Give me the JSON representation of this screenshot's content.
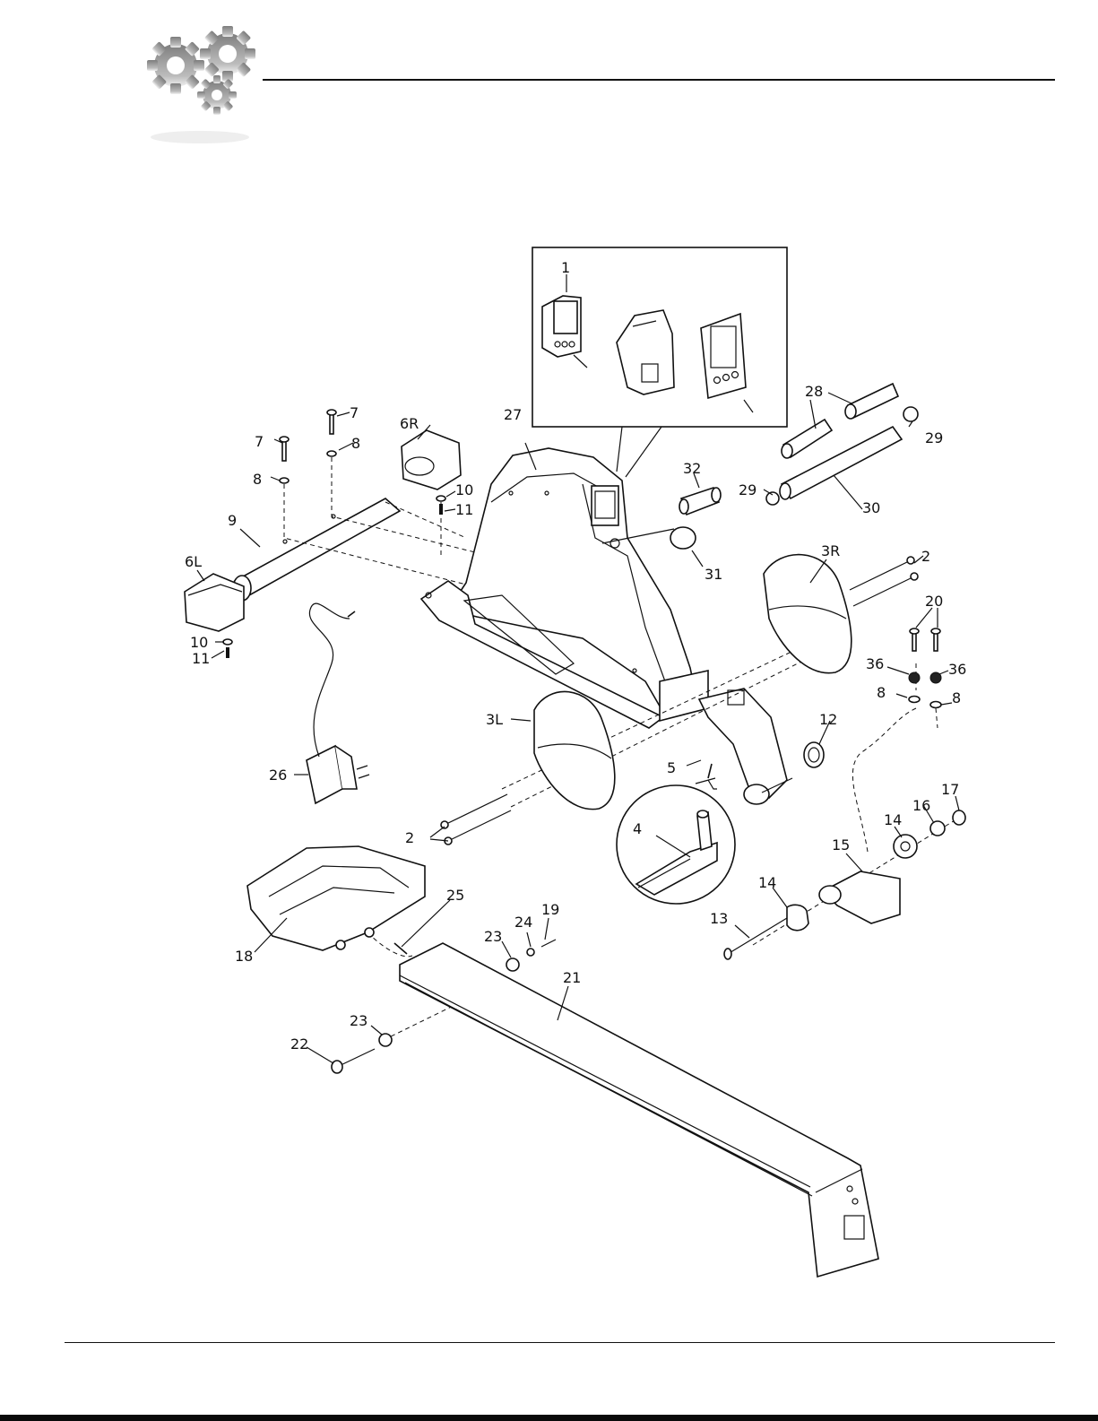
{
  "callouts": [
    {
      "id": "c1",
      "text": "1"
    },
    {
      "id": "c27",
      "text": "27"
    },
    {
      "id": "c28",
      "text": "28"
    },
    {
      "id": "c29a",
      "text": "29"
    },
    {
      "id": "c29b",
      "text": "29"
    },
    {
      "id": "c30",
      "text": "30"
    },
    {
      "id": "c31",
      "text": "31"
    },
    {
      "id": "c32",
      "text": "32"
    },
    {
      "id": "c7a",
      "text": "7"
    },
    {
      "id": "c7b",
      "text": "7"
    },
    {
      "id": "c8a",
      "text": "8"
    },
    {
      "id": "c8b",
      "text": "8"
    },
    {
      "id": "c8c",
      "text": "8"
    },
    {
      "id": "c8d",
      "text": "8"
    },
    {
      "id": "c6R",
      "text": "6R"
    },
    {
      "id": "c6L",
      "text": "6L"
    },
    {
      "id": "c9",
      "text": "9"
    },
    {
      "id": "c10a",
      "text": "10"
    },
    {
      "id": "c10b",
      "text": "10"
    },
    {
      "id": "c11a",
      "text": "11"
    },
    {
      "id": "c11b",
      "text": "11"
    },
    {
      "id": "c3R",
      "text": "3R"
    },
    {
      "id": "c3L",
      "text": "3L"
    },
    {
      "id": "c2a",
      "text": "2"
    },
    {
      "id": "c2b",
      "text": "2"
    },
    {
      "id": "c20",
      "text": "20"
    },
    {
      "id": "c36a",
      "text": "36"
    },
    {
      "id": "c36b",
      "text": "36"
    },
    {
      "id": "c12",
      "text": "12"
    },
    {
      "id": "c5",
      "text": "5"
    },
    {
      "id": "c4",
      "text": "4"
    },
    {
      "id": "c26",
      "text": "26"
    },
    {
      "id": "c17",
      "text": "17"
    },
    {
      "id": "c16",
      "text": "16"
    },
    {
      "id": "c14a",
      "text": "14"
    },
    {
      "id": "c14b",
      "text": "14"
    },
    {
      "id": "c15",
      "text": "15"
    },
    {
      "id": "c13",
      "text": "13"
    },
    {
      "id": "c18",
      "text": "18"
    },
    {
      "id": "c25",
      "text": "25"
    },
    {
      "id": "c23a",
      "text": "23"
    },
    {
      "id": "c23b",
      "text": "23"
    },
    {
      "id": "c24",
      "text": "24"
    },
    {
      "id": "c19",
      "text": "19"
    },
    {
      "id": "c21",
      "text": "21"
    },
    {
      "id": "c22",
      "text": "22"
    }
  ],
  "colors": {
    "line": "#111111",
    "gear_dark": "#8a8a8a",
    "gear_light": "#c4c4c4",
    "page": "#ffffff"
  },
  "icons": [
    "gears-icon"
  ]
}
